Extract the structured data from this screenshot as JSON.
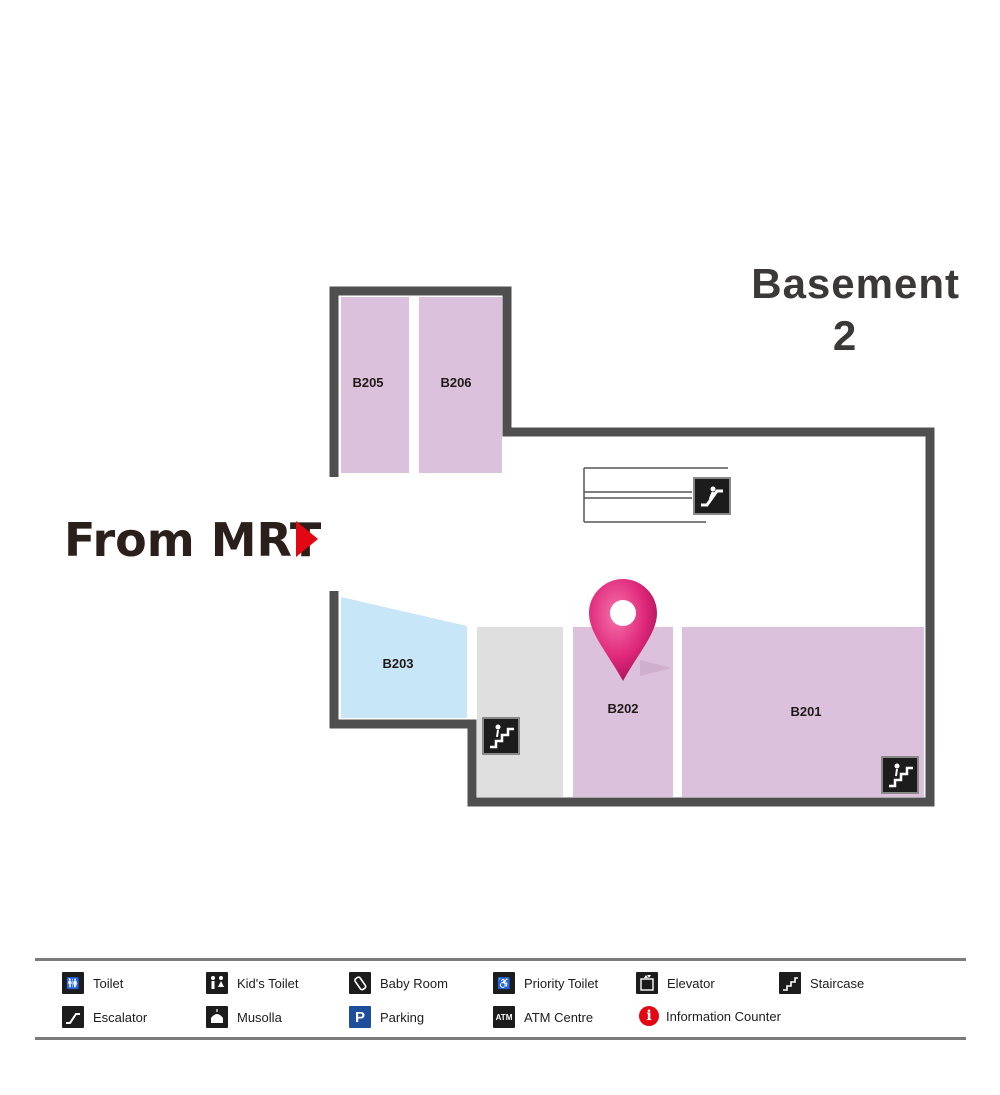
{
  "map": {
    "title_line1": "Basement",
    "title_line2": "2",
    "from_mrt": "From MRT",
    "units": {
      "b205": "B205",
      "b206": "B206",
      "b203": "B203",
      "b202": "B202",
      "b201": "B201"
    },
    "selected_unit": "B202",
    "colors": {
      "shop": "#dcc1dd",
      "b203": "#c7e6f7",
      "corridor": "#dfdfdf",
      "wall": "#4f4f4f",
      "pin": "#e0287a",
      "arrow": "#e30613"
    }
  },
  "legend": {
    "items": [
      {
        "label": "Toilet",
        "icon": "toilet-icon"
      },
      {
        "label": "Kid's Toilet",
        "icon": "kids-toilet-icon"
      },
      {
        "label": "Baby Room",
        "icon": "baby-room-icon"
      },
      {
        "label": "Priority Toilet",
        "icon": "priority-toilet-icon"
      },
      {
        "label": "Elevator",
        "icon": "elevator-icon"
      },
      {
        "label": "Staircase",
        "icon": "staircase-icon"
      },
      {
        "label": "Escalator",
        "icon": "escalator-icon"
      },
      {
        "label": "Musolla",
        "icon": "musolla-icon"
      },
      {
        "label": "Parking",
        "icon": "parking-icon",
        "glyph": "P"
      },
      {
        "label": "ATM Centre",
        "icon": "atm-icon",
        "glyph": "ATM"
      },
      {
        "label": "Information Counter",
        "icon": "info-icon",
        "glyph": "i"
      }
    ]
  }
}
